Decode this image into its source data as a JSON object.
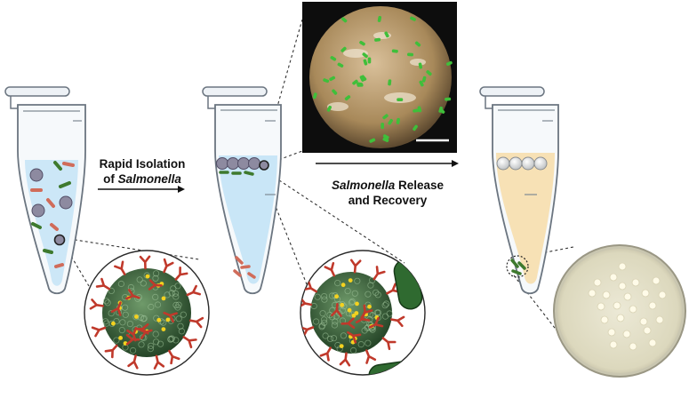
{
  "steps": [
    {
      "line1": "Rapid Isolation",
      "line2_prefix": "of ",
      "line2_italic": "Salmonella",
      "line2_suffix": ""
    },
    {
      "line1_italic": "Salmonella",
      "line1_suffix": " Release",
      "line2": "and Recovery"
    }
  ],
  "colors": {
    "buffer_blue": "#c9e6f7",
    "culture_yellow": "#f7e1b5",
    "tube_outline": "#6b7580",
    "bead_green": "#2e5a2e",
    "antibody_red": "#c0392b",
    "bacteria_green": "#3e7a2e",
    "bacteria_red": "#d06c5a",
    "sem_bead": "#b89a6a",
    "plate_agar": "#e6e3cf",
    "colony": "#fffbe8"
  },
  "icons": [
    "tube-icon",
    "magnetic-bead-icon",
    "bacterium-icon",
    "antibody-icon",
    "petri-dish-icon",
    "sem-micrograph"
  ]
}
